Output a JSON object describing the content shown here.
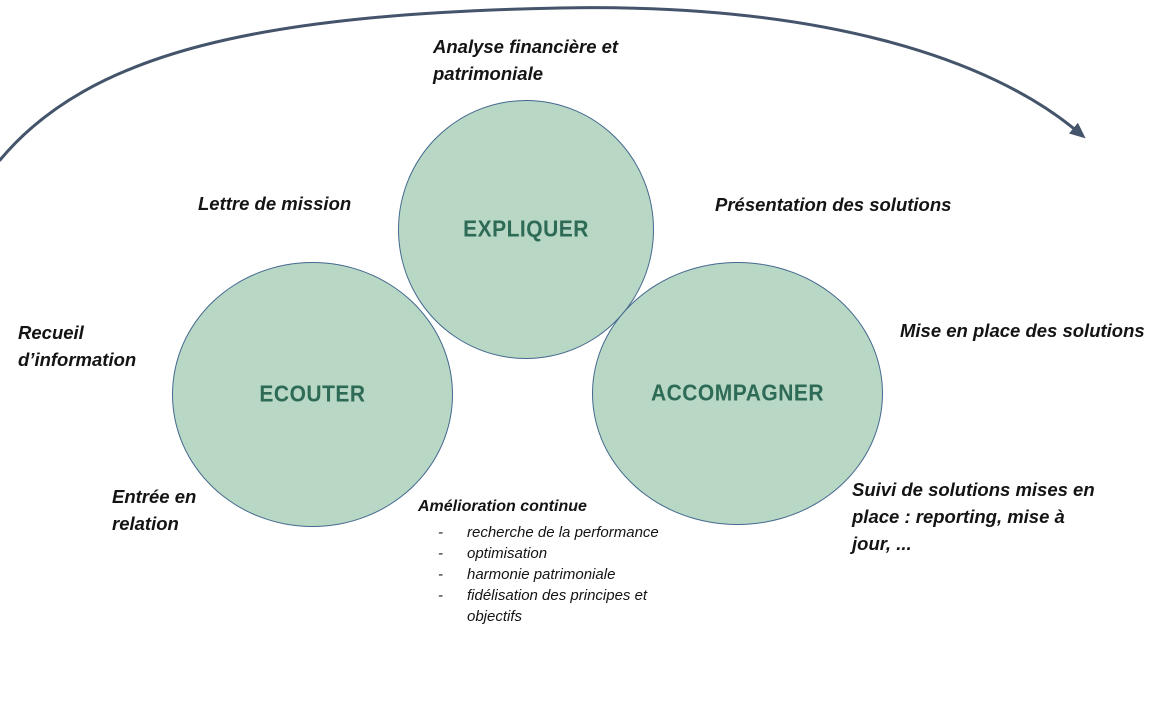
{
  "diagram": {
    "kind": "process-cycle",
    "colors": {
      "circle_fill": "#b8d7c5",
      "circle_stroke": "#44698f",
      "circle_text": "#2e6b57",
      "arrow": "#44546a",
      "label_text": "#141414",
      "background": "#ffffff"
    },
    "arrow": {
      "name": "cycle-arrow",
      "direction": "left-to-right"
    },
    "circles": {
      "expliquer": {
        "label": "EXPLIQUER"
      },
      "ecouter": {
        "label": "ECOUTER"
      },
      "accompagner": {
        "label": "ACCOMPAGNER"
      }
    },
    "labels": {
      "analyse": "Analyse financière et\npatrimoniale",
      "lettre": "Lettre de mission",
      "presentation": "Présentation des solutions",
      "recueil": "Recueil\nd’information",
      "mise_en_place": "Mise en place des solutions",
      "entree": "Entrée en\nrelation",
      "suivi": "Suivi de solutions mises en\nplace : reporting, mise à\njour, ..."
    },
    "amelioration": {
      "title": "Amélioration continue",
      "bullet": "-",
      "items": [
        "recherche de la performance",
        "optimisation",
        "harmonie patrimoniale",
        "fidélisation des principes et\nobjectifs"
      ]
    }
  }
}
